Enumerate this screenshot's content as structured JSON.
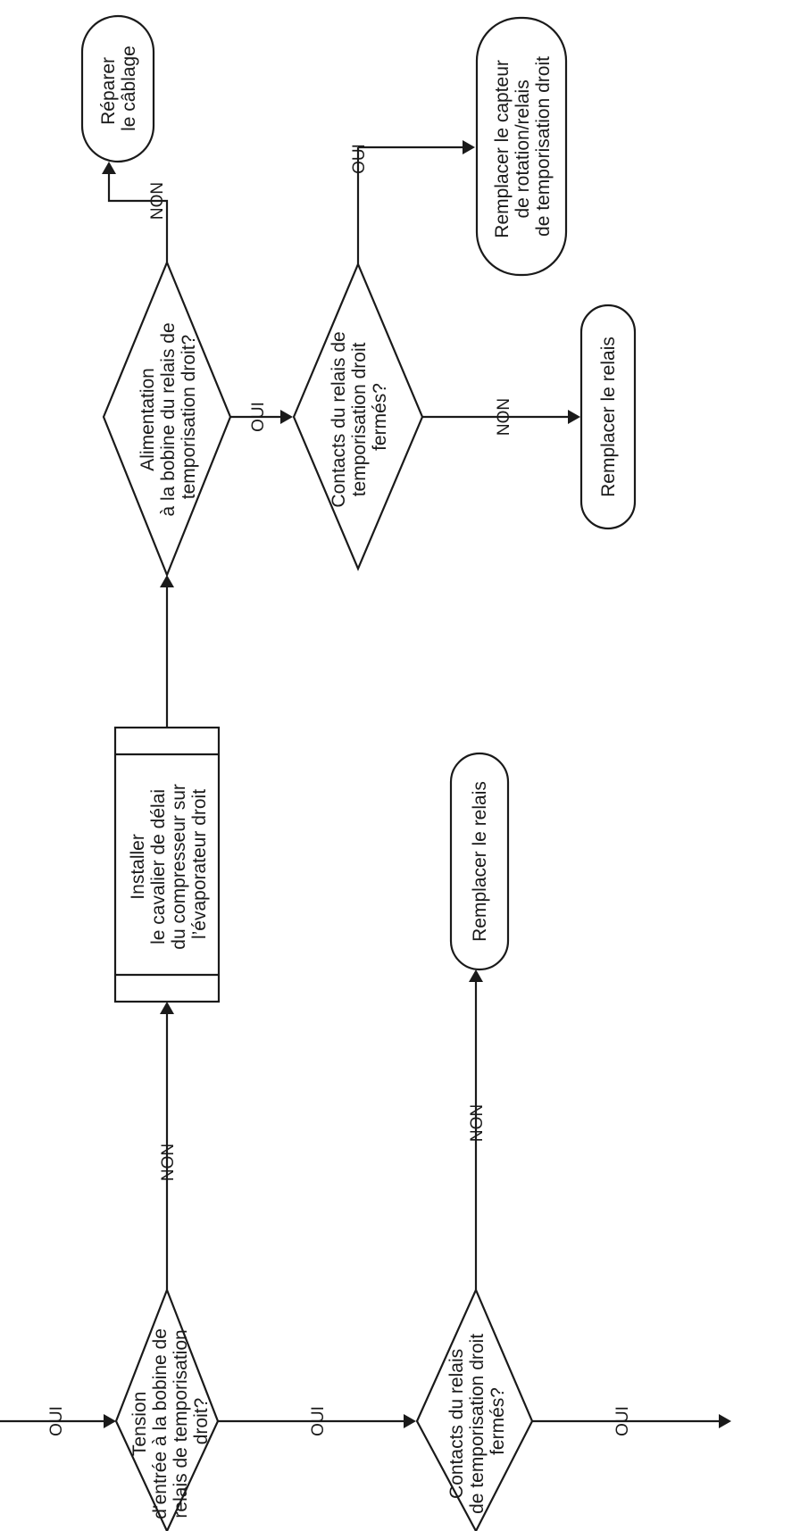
{
  "nodes": {
    "d1": {
      "lines": [
        "Tension",
        "d’entrée à la bobine de",
        "relais de temporisation",
        "droit?"
      ]
    },
    "d2": {
      "lines": [
        "Contacts du relais",
        "de temporisation droit",
        "fermés?"
      ]
    },
    "p1": {
      "lines": [
        "Installer",
        "le cavalier de délai",
        "du compresseur sur",
        "l’évaporateur droit"
      ]
    },
    "t1": {
      "lines": [
        "Remplacer le relais"
      ]
    },
    "d3": {
      "lines": [
        "Alimentation",
        "à la bobine du relais de",
        "temporisation droit?"
      ]
    },
    "d4": {
      "lines": [
        "Contacts du relais de",
        "temporisation droit",
        "fermés?"
      ]
    },
    "t2": {
      "lines": [
        "Réparer",
        "le câblage"
      ]
    },
    "t3": {
      "lines": [
        "Remplacer le capteur",
        "de rotation/relais",
        "de temporisation droit"
      ]
    },
    "t4": {
      "lines": [
        "Remplacer le relais"
      ]
    }
  },
  "edges": {
    "entry": "OUI",
    "d1_d2": "OUI",
    "d2_exit": "OUI",
    "d1_p1": "NON",
    "d2_t1": "NON",
    "d3_d4": "OUI",
    "d3_t2": "NON",
    "d4_t3": "OUI",
    "d4_t4": "NON"
  }
}
